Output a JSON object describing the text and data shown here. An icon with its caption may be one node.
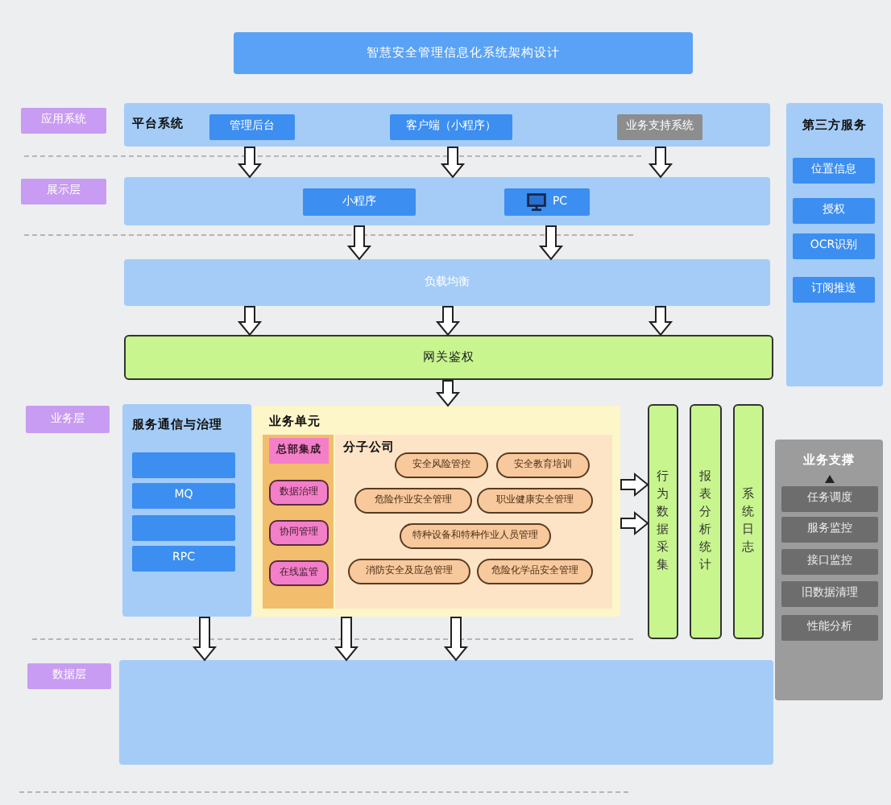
{
  "diagram": {
    "title": "智慧安全管理信息化系统架构设计",
    "nodes": [
      {
        "text": [
          "应用系统"
        ]
      },
      {
        "text": [
          "平台系统"
        ]
      },
      {
        "text": [
          "管理后台"
        ],
        "in": 1
      },
      {
        "text": [
          "客户端（小程序）"
        ],
        "in": 1
      },
      {
        "text": [
          "业务支持系统"
        ],
        "in": 1
      },
      {
        "text": [
          "第三方服务"
        ]
      },
      {
        "text": [
          "位置信息"
        ],
        "in": 5
      },
      {
        "text": [
          "授权"
        ],
        "in": 5
      },
      {
        "text": [
          "OCR识别"
        ],
        "in": 5
      },
      {
        "text": [
          "订阅推送"
        ],
        "in": 5
      },
      {
        "text": [
          "展示层"
        ]
      },
      {
        "text": [],
        "shape": "box"
      },
      {
        "text": [
          "小程序"
        ],
        "in": 11
      },
      {
        "text": [
          "PC"
        ],
        "in": 11
      },
      {
        "text": [
          "负载均衡"
        ]
      },
      {
        "text": [
          "网关鉴权"
        ]
      },
      {
        "text": [
          "业务层"
        ]
      },
      {
        "text": [
          "服务通信与治理"
        ]
      },
      {
        "text": [],
        "shape": "box",
        "in": 17
      },
      {
        "text": [
          "MQ"
        ],
        "in": 17
      },
      {
        "text": [],
        "shape": "box",
        "in": 17
      },
      {
        "text": [
          "RPC"
        ],
        "in": 17
      },
      {
        "text": [
          "业务单元"
        ]
      },
      {
        "text": [
          "总部集成"
        ],
        "in": 22
      },
      {
        "text": [
          "数据治理"
        ],
        "in": 23
      },
      {
        "text": [
          "协同管理"
        ],
        "in": 23
      },
      {
        "text": [
          "在线监管"
        ],
        "in": 23
      },
      {
        "text": [
          "分子公司"
        ],
        "in": 22
      },
      {
        "text": [
          "安全风险管控"
        ],
        "in": 27
      },
      {
        "text": [
          "安全教育培训"
        ],
        "in": 27
      },
      {
        "text": [
          "危险作业安全管理"
        ],
        "in": 27
      },
      {
        "text": [
          "职业健康安全管理"
        ],
        "in": 27
      },
      {
        "text": [
          "特种设备和特种作业人员管理"
        ],
        "in": 27
      },
      {
        "text": [
          "消防安全及应急管理"
        ],
        "in": 27
      },
      {
        "text": [
          "危险化学品安全管理"
        ],
        "in": 27
      },
      {
        "text": [
          "行为数据采集"
        ]
      },
      {
        "text": [
          "报表分析统计"
        ]
      },
      {
        "text": [
          "系统日志"
        ]
      },
      {
        "text": [
          "业务支撑"
        ]
      },
      {
        "text": [
          "任务调度"
        ],
        "in": 38
      },
      {
        "text": [
          "服务监控"
        ],
        "in": 38
      },
      {
        "text": [
          "接口监控"
        ],
        "in": 38
      },
      {
        "text": [
          "旧数据清理"
        ],
        "in": 38
      },
      {
        "text": [
          "性能分析"
        ],
        "in": 38
      },
      {
        "text": [
          "数据层"
        ]
      },
      {
        "text": [],
        "shape": "box"
      }
    ],
    "edges": [
      {
        "from": 1,
        "to": 11,
        "arrow": "to"
      },
      {
        "from": 1,
        "to": 11,
        "arrow": "to"
      },
      {
        "from": 1,
        "to": 11,
        "arrow": "to"
      },
      {
        "from": 11,
        "to": 14,
        "arrow": "to"
      },
      {
        "from": 11,
        "to": 14,
        "arrow": "to"
      },
      {
        "from": 14,
        "to": 15,
        "arrow": "to"
      },
      {
        "from": 14,
        "to": 15,
        "arrow": "to"
      },
      {
        "from": 14,
        "to": 15,
        "arrow": "to"
      },
      {
        "from": 15,
        "to": 22,
        "arrow": "to"
      },
      {
        "from": 22,
        "to": 35,
        "arrow": "to"
      },
      {
        "from": 22,
        "to": 35,
        "arrow": "to"
      },
      {
        "from": 17,
        "to": 45,
        "arrow": "to"
      },
      {
        "from": 22,
        "to": 45,
        "arrow": "to"
      },
      {
        "from": 22,
        "to": 45,
        "arrow": "to"
      }
    ]
  }
}
